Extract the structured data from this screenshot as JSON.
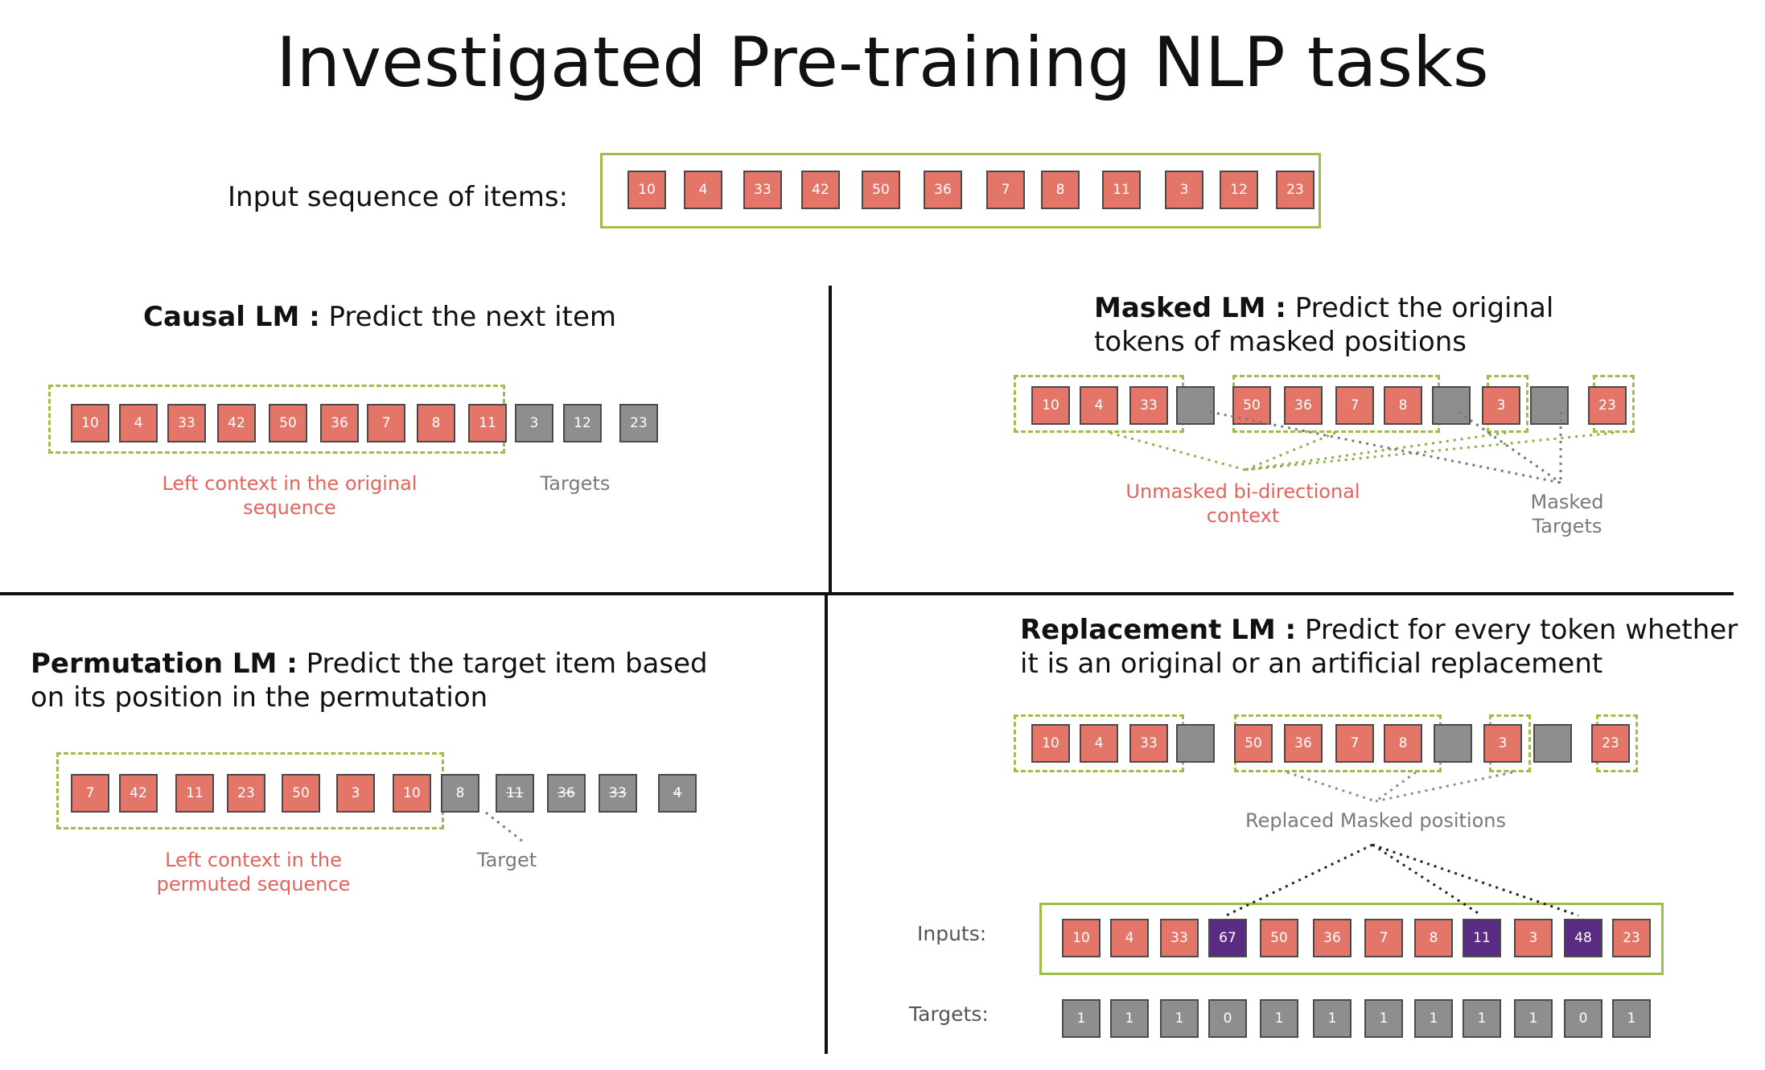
{
  "title": "Investigated Pre-training NLP tasks",
  "colors": {
    "token": "#e37569",
    "target": "#8e8e8e",
    "replaced": "#5a2b82",
    "box": "#9cbf4a"
  },
  "input": {
    "label": "Input sequence of items:",
    "tokens": [
      "10",
      "4",
      "33",
      "42",
      "50",
      "36",
      "7",
      "8",
      "11",
      "3",
      "12",
      "23"
    ]
  },
  "causal": {
    "name": "Causal LM :",
    "desc": "Predict the next item",
    "context_tokens": [
      "10",
      "4",
      "33",
      "42",
      "50",
      "36",
      "7",
      "8",
      "11"
    ],
    "target_tokens": [
      "3",
      "12",
      "23"
    ],
    "context_caption": "Left context in the original\nsequence",
    "targets_caption": "Targets"
  },
  "masked": {
    "name": "Masked LM :",
    "desc_line1": "Predict the original",
    "desc_line2": "tokens of masked positions",
    "tokens": [
      "10",
      "4",
      "33",
      "",
      "50",
      "36",
      "7",
      "8",
      "",
      "3",
      "",
      "23"
    ],
    "context_caption": "Unmasked bi-directional\ncontext",
    "targets_caption": "Masked\nTargets"
  },
  "permutation": {
    "name": "Permutation LM :",
    "desc_line1": "Predict the target  item based",
    "desc_line2": "on its position in the permutation",
    "context_tokens": [
      "7",
      "42",
      "11",
      "23",
      "50",
      "3",
      "10"
    ],
    "target_tokens": [
      "8",
      "11",
      "36",
      "33",
      "4"
    ],
    "context_caption": "Left context in the\npermuted sequence",
    "target_caption": "Target"
  },
  "replacement": {
    "name": "Replacement LM :",
    "desc_line1": "Predict for every token whether",
    "desc_line2": "it is an original or an artificial replacement",
    "masked_tokens": [
      "10",
      "4",
      "33",
      "",
      "50",
      "36",
      "7",
      "8",
      "",
      "3",
      "",
      "23"
    ],
    "caption": "Replaced Masked positions",
    "inputs_label": "Inputs:",
    "inputs": [
      "10",
      "4",
      "33",
      "67",
      "50",
      "36",
      "7",
      "8",
      "11",
      "3",
      "48",
      "23"
    ],
    "targets_label": "Targets:",
    "targets": [
      "1",
      "1",
      "1",
      "0",
      "1",
      "1",
      "1",
      "1",
      "1",
      "1",
      "0",
      "1"
    ]
  }
}
